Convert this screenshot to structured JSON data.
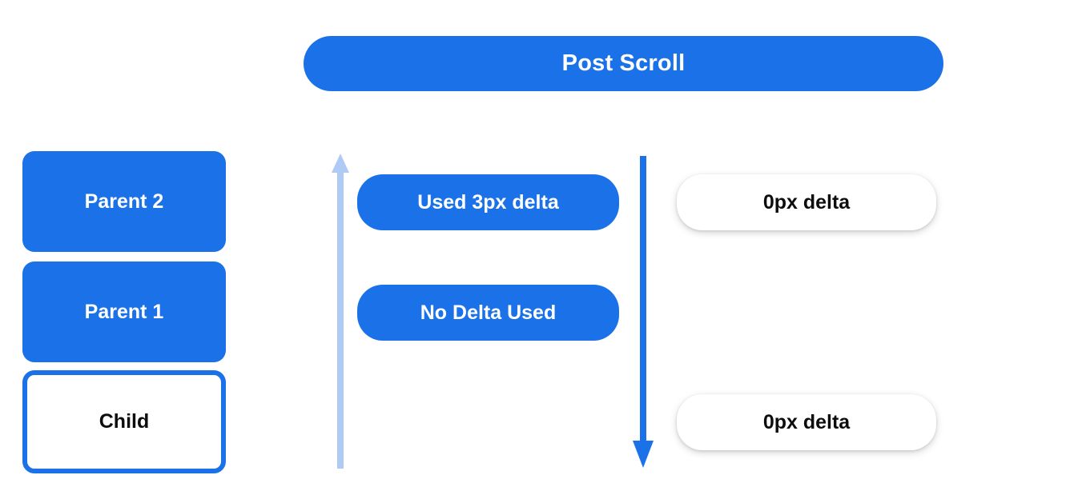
{
  "header": {
    "title": "Post Scroll"
  },
  "hierarchy": {
    "nodes": [
      {
        "label": "Parent 2",
        "style": "filled"
      },
      {
        "label": "Parent 1",
        "style": "filled"
      },
      {
        "label": "Child",
        "style": "outlined"
      }
    ]
  },
  "arrows": {
    "left": {
      "name": "upward-scroll-arrow",
      "direction": "up",
      "color": "#aecbf5"
    },
    "right": {
      "name": "downward-scroll-arrow",
      "direction": "down",
      "color": "#1b72e8"
    }
  },
  "consumption": {
    "middle": [
      {
        "label": "Used 3px delta"
      },
      {
        "label": "No Delta Used"
      }
    ],
    "right": [
      {
        "label": "0px delta"
      },
      {
        "label": "0px delta"
      }
    ]
  },
  "colors": {
    "primary_blue": "#1b72e8",
    "light_blue": "#aecbf5",
    "white": "#ffffff",
    "text_dark": "#0d0d0d"
  }
}
